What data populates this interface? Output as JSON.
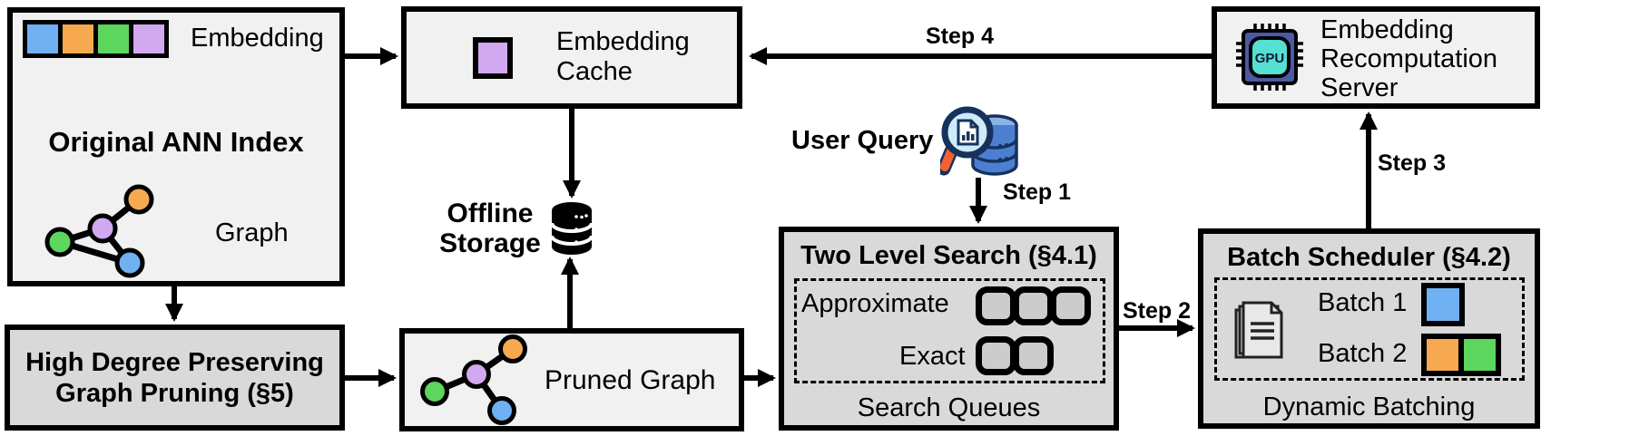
{
  "diagram": {
    "original_ann_index": {
      "embedding_label": "Embedding",
      "title": "Original ANN Index",
      "graph_label": "Graph"
    },
    "embedding_cache": {
      "title": "Embedding Cache"
    },
    "offline_storage": {
      "label": "Offline Storage"
    },
    "high_degree_pruning": {
      "line1": "High Degree Preserving",
      "line2": "Graph Pruning (§5)"
    },
    "pruned_graph": {
      "label": "Pruned Graph"
    },
    "user_query": {
      "label": "User Query"
    },
    "two_level_search": {
      "title": "Two Level Search (§4.1)",
      "rows": [
        {
          "label": "Approximate",
          "queue_count": 3
        },
        {
          "label": "Exact",
          "queue_count": 2
        }
      ],
      "footer": "Search Queues"
    },
    "batch_scheduler": {
      "title": "Batch Scheduler (§4.2)",
      "batches": [
        {
          "label": "Batch 1",
          "colors": [
            "blue"
          ]
        },
        {
          "label": "Batch 2",
          "colors": [
            "orange",
            "green"
          ]
        }
      ],
      "footer": "Dynamic Batching"
    },
    "recomputation_server": {
      "title": "Embedding Recomputation Server",
      "gpu_label": "GPU"
    },
    "steps": {
      "step1": "Step 1",
      "step2": "Step 2",
      "step3": "Step 3",
      "step4": "Step 4"
    },
    "colors": {
      "blue": "#6FB1F2",
      "orange": "#F7A950",
      "green": "#5CD65C",
      "purple": "#D2A9F0",
      "box_light": "#F1F1F2",
      "box_dark": "#D9D9D9",
      "queue_fill": "#CCCCCC",
      "gpu_chip": "#4A5AA5",
      "gpu_core": "#55E0D2",
      "db_blue": "#4D7FD0",
      "db_blue_light": "#8AB4E8",
      "magnifier_lens": "#CFEAFA",
      "magnifier_handle": "#F2612E"
    }
  }
}
